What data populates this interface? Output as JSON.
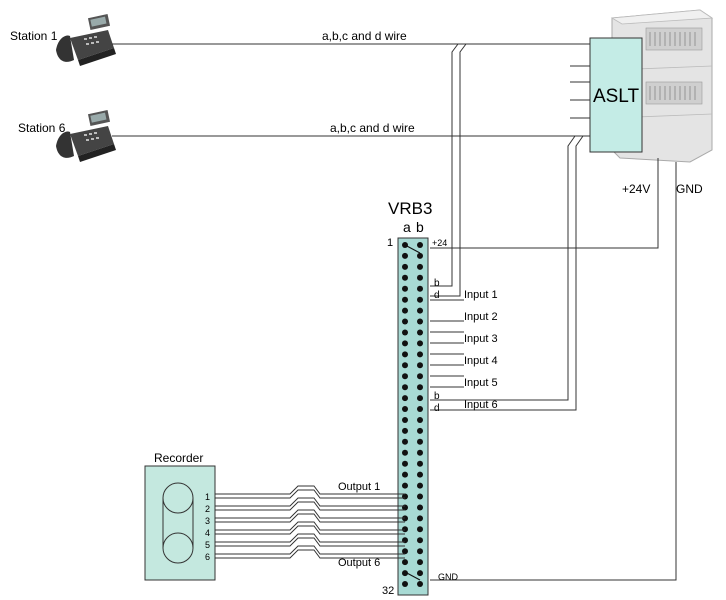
{
  "stations": [
    {
      "label": "Station 1",
      "wire_label": "a,b,c and d wire"
    },
    {
      "label": "Station 6",
      "wire_label": "a,b,c and d wire"
    }
  ],
  "aslt": {
    "label": "ASLT"
  },
  "power": {
    "plus24": "+24V",
    "gnd": "GND"
  },
  "vrb3": {
    "title": "VRB3",
    "col_a": "a",
    "col_b": "b",
    "pin_first": "1",
    "pin_last": "32",
    "plus24_pin": "+24",
    "gnd_pin": "GND",
    "b_label": "b",
    "d_label": "d",
    "inputs": [
      "Input 1",
      "Input 2",
      "Input 3",
      "Input 4",
      "Input 5",
      "Input 6"
    ],
    "output_first": "Output 1",
    "output_last": "Output 6"
  },
  "recorder": {
    "title": "Recorder",
    "channels": [
      "1",
      "2",
      "3",
      "4",
      "5",
      "6"
    ]
  },
  "colors": {
    "terminal_fill": "#a8dad4",
    "terminal_border": "#333333",
    "recorder_fill": "#c4e8df",
    "aslt_fill": "#c4ece6",
    "cabinet": "#dcdcdc"
  }
}
